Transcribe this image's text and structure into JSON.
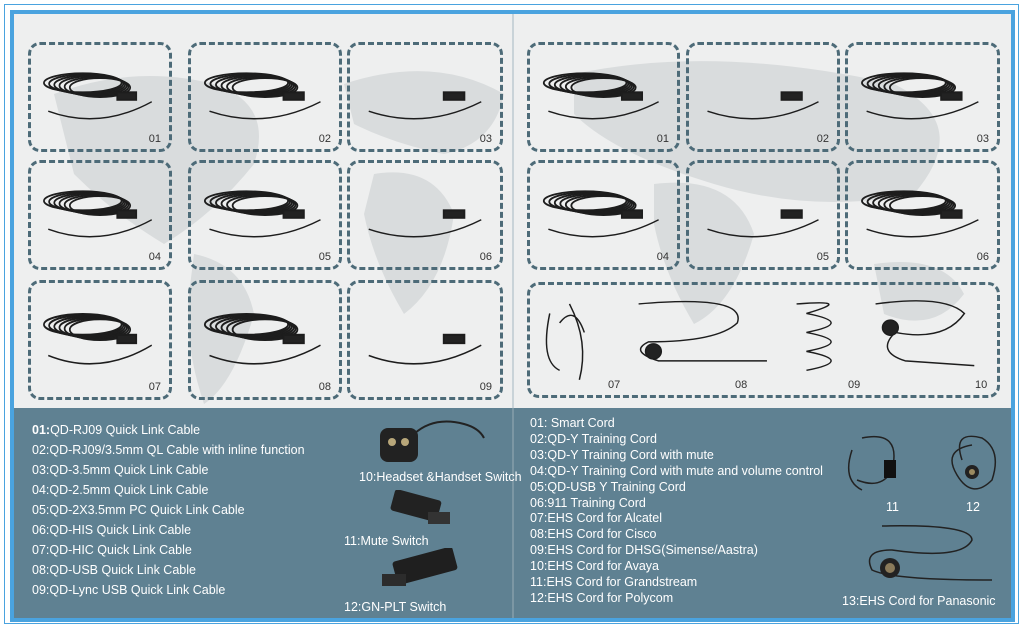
{
  "left_tiles": [
    "01",
    "02",
    "03",
    "04",
    "05",
    "06",
    "07",
    "08",
    "09"
  ],
  "right_tiles": [
    "01",
    "02",
    "03",
    "04",
    "05",
    "06"
  ],
  "right_wide_tile": [
    "07",
    "08",
    "09",
    "10"
  ],
  "left_list": {
    "items": [
      {
        "num": "01:",
        "text": "QD-RJ09 Quick Link Cable"
      },
      {
        "num": "02:",
        "text": "QD-RJ09/3.5mm QL Cable with inline function"
      },
      {
        "num": "03:",
        "text": "QD-3.5mm Quick Link Cable"
      },
      {
        "num": "04:",
        "text": "QD-2.5mm Quick Link Cable"
      },
      {
        "num": "05:",
        "text": "QD-2X3.5mm PC Quick Link Cable"
      },
      {
        "num": "06:",
        "text": "QD-HIS Quick Link Cable"
      },
      {
        "num": "07:",
        "text": "QD-HIC Quick Link Cable"
      },
      {
        "num": "08:",
        "text": "QD-USB Quick Link Cable"
      },
      {
        "num": "09:",
        "text": "QD-Lync USB Quick Link Cable"
      }
    ],
    "switches": [
      "10:Headset &Handset Switch",
      "11:Mute Switch",
      "12:GN-PLT Switch"
    ]
  },
  "right_list": {
    "items": [
      "01: Smart Cord",
      "02:QD-Y Training Cord",
      "03:QD-Y Training Cord with mute",
      "04:QD-Y Training Cord with mute and volume control",
      "05:QD-USB Y Training Cord",
      "06:911 Training Cord",
      "07:EHS Cord for Alcatel",
      "08:EHS Cord for Cisco",
      "09:EHS Cord for DHSG(Simense/Aastra)",
      "10:EHS Cord for Avaya",
      "11:EHS Cord for Grandstream",
      "12:EHS Cord for Polycom"
    ],
    "photo_labels": [
      "11",
      "12"
    ],
    "panasonic": "13:EHS Cord for Panasonic"
  },
  "colors": {
    "frame": "#4aa3df",
    "tile_border": "#4d6b78",
    "panel": "#5f8192",
    "cable": "#1d1d1d"
  }
}
